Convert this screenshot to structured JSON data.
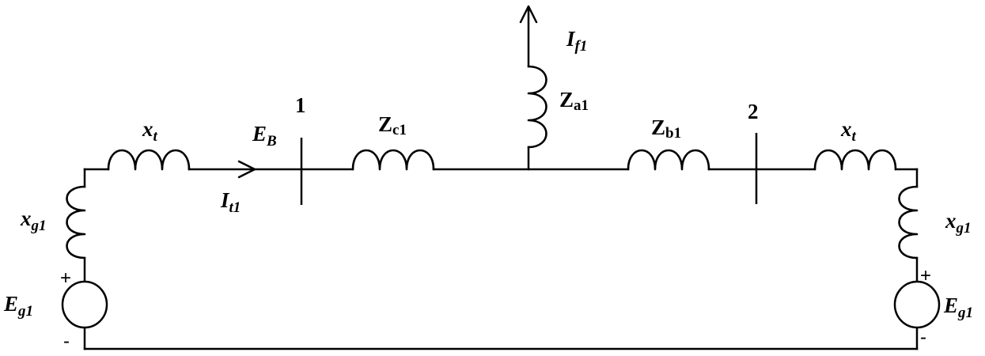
{
  "diagram": {
    "buses": {
      "bus1": "1",
      "bus2": "2"
    },
    "labels": {
      "xt_left": {
        "main": "x",
        "sub": "t",
        "italic": true
      },
      "xt_right": {
        "main": "x",
        "sub": "t",
        "italic": true
      },
      "xg1_left": {
        "main": "x",
        "sub": "g1",
        "italic": true
      },
      "xg1_right": {
        "main": "x",
        "sub": "g1",
        "italic": true
      },
      "eg1_left": {
        "main": "E",
        "sub": "g1",
        "italic": true
      },
      "eg1_right": {
        "main": "E",
        "sub": "g1",
        "italic": true
      },
      "eb": {
        "main": "E",
        "sub": "B",
        "italic": true
      },
      "it1": {
        "main": "I",
        "sub": "t1",
        "italic": true
      },
      "if1": {
        "main": "I",
        "sub": "f1",
        "italic": true
      },
      "zc1": {
        "main": "Z",
        "sub": "c1",
        "italic": false
      },
      "za1": {
        "main": "Z",
        "sub": "a1",
        "italic": false
      },
      "zb1": {
        "main": "Z",
        "sub": "b1",
        "italic": false
      }
    },
    "polarity": {
      "left_plus": "+",
      "left_minus": "-",
      "right_plus": "+",
      "right_minus": "-"
    }
  }
}
